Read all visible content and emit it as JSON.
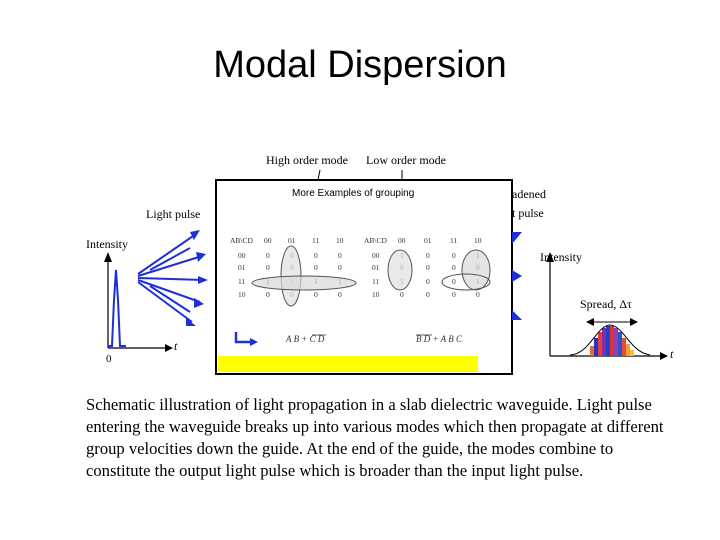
{
  "title": "Modal Dispersion",
  "figure": {
    "mode_labels": {
      "high": "High order mode",
      "low": "Low order mode"
    },
    "overlay_title": "More Examples of grouping",
    "light_pulse_label": "Light pulse",
    "broadened_label_1": "adened",
    "broadened_label_2": "t pulse",
    "left_axis": {
      "y": "Intensity",
      "x": "t",
      "origin": "0"
    },
    "right_axis": {
      "y": "Intensity",
      "x": "t",
      "spread": "Spread, Δτ"
    },
    "kmap_left": {
      "corner": "AB\\CD",
      "cols": [
        "00",
        "01",
        "11",
        "10"
      ],
      "rows": [
        "00",
        "01",
        "11",
        "10"
      ],
      "cells": [
        [
          "0",
          "0",
          "0",
          "0"
        ],
        [
          "0",
          "0",
          "0",
          "0"
        ],
        [
          "1",
          "1",
          "1",
          "1"
        ],
        [
          "0",
          "0",
          "0",
          "0"
        ]
      ],
      "expression": "A B + C D"
    },
    "kmap_right": {
      "corner": "AB\\CD",
      "cols": [
        "00",
        "01",
        "11",
        "10"
      ],
      "rows": [
        "00",
        "01",
        "11",
        "10"
      ],
      "cells": [
        [
          "1",
          "0",
          "0",
          "1"
        ],
        [
          "0",
          "0",
          "0",
          "0"
        ],
        [
          "1",
          "0",
          "0",
          "1"
        ],
        [
          "0",
          "0",
          "0",
          "0"
        ]
      ],
      "expression": "B D + A B C"
    },
    "colors": {
      "pulse": "#1f2fd8",
      "banner": "#ffff00",
      "arrow": "#1f2fd8"
    }
  },
  "caption": [
    "Schematic illustration of light propagation in a slab dielectric waveguide. Light pulse",
    "entering the waveguide breaks up into various modes which then propagate at different",
    "group velocities down the guide. At the end of the guide, the modes combine to",
    "constitute the output light pulse which is broader than the input light pulse."
  ]
}
